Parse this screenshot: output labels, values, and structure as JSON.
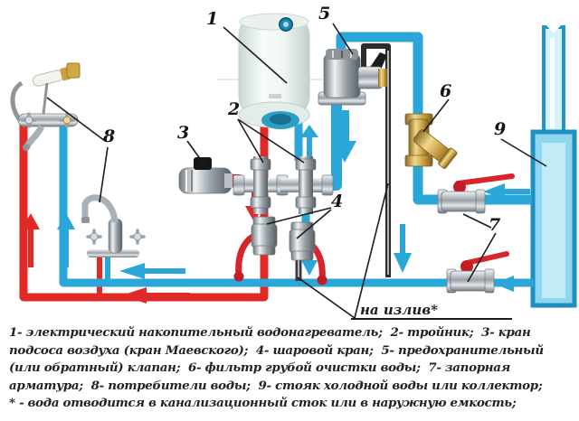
{
  "diagram": {
    "part_labels": {
      "n1": "1",
      "n2": "2",
      "n3": "3",
      "n4": "4",
      "n5": "5",
      "n6": "6",
      "n7": "7",
      "n8": "8",
      "n9": "9"
    },
    "drain_note": "на излив*",
    "legend": {
      "lines": [
        "1- электрический накопительный водонагреватель;  2- тройник;  3- кран",
        "подсоса воздуха (кран Маевского);  4- шаровой кран;  5- предохранительный",
        "(или обратный) клапан;  6- фильтр грубой очистки воды;  7- запорная",
        "арматура;  8- потребители воды;  9- стояк холодной воды или коллектор;",
        "* - вода отводится в канализационный сток или в наружную емкость;"
      ]
    },
    "colors": {
      "hot_pipe": "#e02a28",
      "cold_pipe": "#2ba6d9",
      "riser_fill": "#a6e0f2",
      "handle_red": "#d8242a",
      "brass": "#c59a3e",
      "drain_pipe": "#2b2b2b",
      "text": "#1f1f1f"
    }
  }
}
